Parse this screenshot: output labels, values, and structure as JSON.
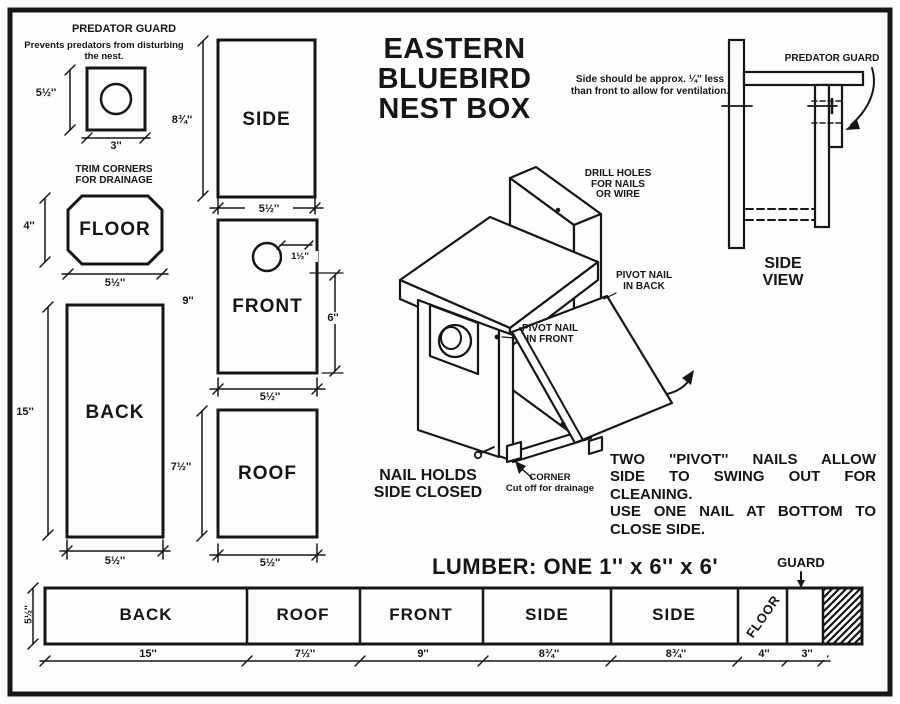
{
  "document": {
    "title_line1": "EASTERN",
    "title_line2": "BLUEBIRD",
    "title_line3": "NEST BOX"
  },
  "cut_patterns": {
    "predator_guard": {
      "title": "PREDATOR GUARD",
      "subtitle_line1": "Prevents predators from disturbing",
      "subtitle_line2": "the nest.",
      "height_dim": "5½''",
      "width_dim": "3''"
    },
    "floor": {
      "note_line1": "TRIM CORNERS",
      "note_line2": "FOR DRAINAGE",
      "label": "FLOOR",
      "height_dim": "4''",
      "width_dim": "5½''"
    },
    "back": {
      "label": "BACK",
      "height_dim": "15''",
      "width_dim": "5½''"
    },
    "side": {
      "label": "SIDE",
      "height_dim": "8¾''",
      "width_dim": "5½''"
    },
    "front": {
      "label": "FRONT",
      "height_dim": "9''",
      "width_dim": "5½''",
      "hole_dim": "1½''",
      "hole_to_bottom_dim": "6''"
    },
    "roof": {
      "label": "ROOF",
      "height_dim": "7½''",
      "width_dim": "5½''"
    }
  },
  "assembly_view": {
    "drill_note_line1": "DRILL HOLES",
    "drill_note_line2": "FOR NAILS",
    "drill_note_line3": "OR WIRE",
    "pivot_back_line1": "PIVOT NAIL",
    "pivot_back_line2": "IN BACK",
    "pivot_front_line1": "PIVOT NAIL",
    "pivot_front_line2": "IN FRONT",
    "nail_note_line1": "NAIL HOLDS",
    "nail_note_line2": "SIDE CLOSED",
    "corner_note_line1": "CORNER",
    "corner_note_line2": "Cut off for drainage"
  },
  "side_view": {
    "vent_note_line1": "Side should be approx. ¼'' less",
    "vent_note_line2": "than front to allow for ventilation.",
    "guard_label": "PREDATOR GUARD",
    "caption_line1": "SIDE",
    "caption_line2": "VIEW"
  },
  "instructions": {
    "line1": "TWO ''PIVOT'' NAILS ALLOW",
    "line2": "SIDE TO SWING OUT FOR",
    "line3": "CLEANING.",
    "line4": "USE ONE NAIL AT BOTTOM TO",
    "line5": "CLOSE SIDE."
  },
  "lumber_diagram": {
    "title": "LUMBER: ONE 1'' x 6'' x 6'",
    "guard_label": "GUARD",
    "board_width_dim": "5½''",
    "sections": [
      {
        "label": "BACK",
        "length": "15''"
      },
      {
        "label": "ROOF",
        "length": "7½''"
      },
      {
        "label": "FRONT",
        "length": "9''"
      },
      {
        "label": "SIDE",
        "length": "8¾''"
      },
      {
        "label": "SIDE",
        "length": "8¾''"
      },
      {
        "label": "FLOOR",
        "length": "4''"
      },
      {
        "label": "",
        "length": "3''"
      }
    ],
    "ink_color": "#161616"
  }
}
